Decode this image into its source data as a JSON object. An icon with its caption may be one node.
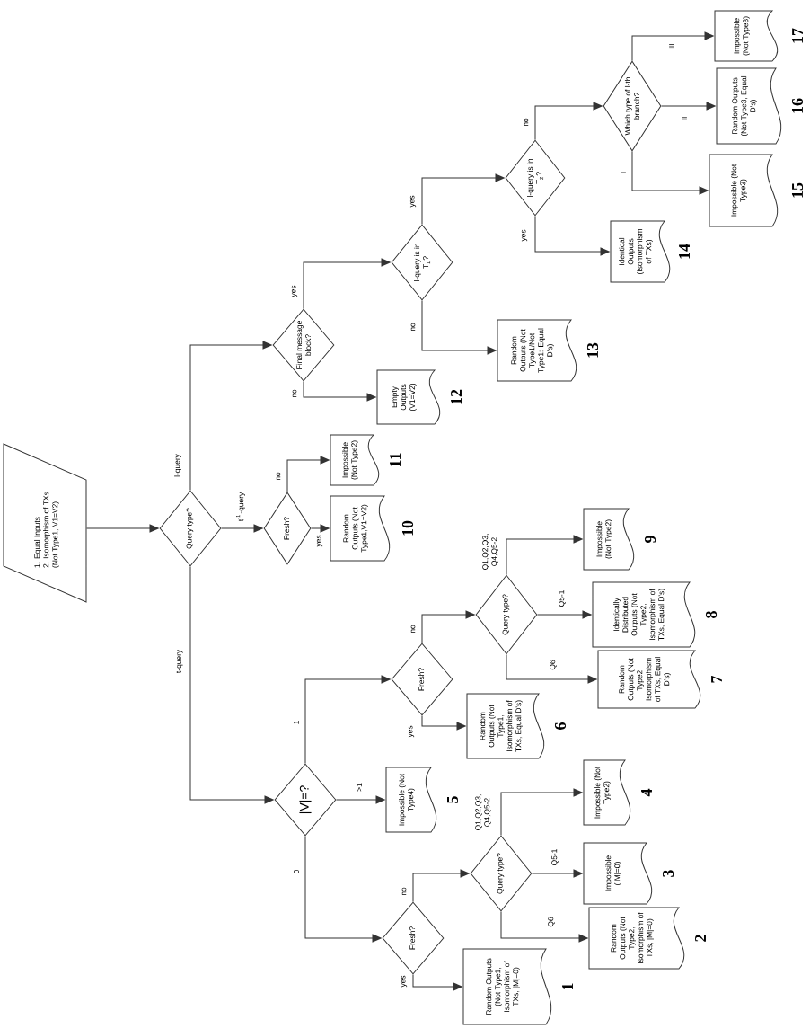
{
  "diagram": {
    "nodes": [
      {
        "text": [
          "1. Equal Inputs",
          "2. Isomorphism of TXs",
          "(Not Type1, V1=V2)"
        ]
      },
      {
        "text": [
          "Query type?"
        ]
      },
      {
        "text": [
          "Final message block?"
        ]
      },
      {
        "text": [
          "l-query is in T$_{1}$?"
        ]
      },
      {
        "text": [
          "l-query is in T$_{2}$?"
        ]
      },
      {
        "text": [
          "Which type of l-th branch?"
        ]
      },
      {
        "text": [
          "Impossible (Not Type3)"
        ],
        "beside": [
          "17"
        ]
      },
      {
        "text": [
          "Random Outputs (Not Type3, Equal D's)"
        ],
        "beside": [
          "16"
        ]
      },
      {
        "text": [
          "Impossible (Not Type3)"
        ],
        "beside": [
          "15"
        ]
      },
      {
        "text": [
          "Identical Outputs (Isomorphism of TXs)"
        ],
        "beside": [
          "14"
        ]
      },
      {
        "text": [
          "Random Outputs (Not Type1/Not Type1: Equal D's)"
        ],
        "beside": [
          "13"
        ]
      },
      {
        "text": [
          "Empty Outputs (V1=V2)"
        ],
        "beside": [
          "12"
        ]
      },
      {
        "text": [
          "Fresh?"
        ]
      },
      {
        "text": [
          "Impossible (Not Type2)"
        ],
        "beside": [
          "11"
        ]
      },
      {
        "text": [
          "Random Outputs (Not Type1,V1=V2)"
        ],
        "beside": [
          "10"
        ]
      },
      {
        "text": [
          "|V|=?"
        ]
      },
      {
        "text": [
          "Fresh?"
        ]
      },
      {
        "text": [
          "Query type?"
        ]
      },
      {
        "text": [
          "Impossible (Not Type2)"
        ],
        "beside": [
          "9"
        ]
      },
      {
        "text": [
          "Identically Distributed Outputs (Not Type2, Isomorphism of TXs, Equal D's)"
        ],
        "beside": [
          "8"
        ]
      },
      {
        "text": [
          "Random Outputs (Not Type2, Isomorphism of TXs, Equal D's)"
        ],
        "beside": [
          "7"
        ]
      },
      {
        "text": [
          "Random Outputs (Not Type1, Isomorphism of TXs, Equal D's)"
        ],
        "beside": [
          "6"
        ]
      },
      {
        "text": [
          "Impossible (Not Type4)"
        ],
        "beside": [
          "5"
        ]
      },
      {
        "text": [
          "Fresh?"
        ]
      },
      {
        "text": [
          "Query type?"
        ]
      },
      {
        "text": [
          "Impossible (Not Type2)"
        ],
        "beside": [
          "4"
        ]
      },
      {
        "text": [
          "Impossible (|M|=0)"
        ],
        "beside": [
          "3"
        ]
      },
      {
        "text": [
          "Random Outputs (Not Type2, Isomorphism of TXs, |M|=0)"
        ],
        "beside": [
          "2"
        ]
      },
      {
        "text": [
          "Random Outputs (Not Type1, Isomorphism of TXs, |M|=0)"
        ],
        "beside": [
          "1"
        ]
      }
    ],
    "edges": [
      {
        "from": 0,
        "to": 1,
        "arrow": "to"
      },
      {
        "from": 1,
        "to": 2,
        "arrow": "to",
        "label": "l-query"
      },
      {
        "from": 1,
        "to": 12,
        "arrow": "to",
        "label": "t$^{-1}$-query"
      },
      {
        "from": 1,
        "to": 15,
        "arrow": "to",
        "label": "t-query"
      },
      {
        "from": 2,
        "to": 3,
        "arrow": "to",
        "label": "yes"
      },
      {
        "from": 2,
        "to": 11,
        "arrow": "to",
        "label": "no"
      },
      {
        "from": 3,
        "to": 4,
        "arrow": "to",
        "label": "yes"
      },
      {
        "from": 3,
        "to": 10,
        "arrow": "to",
        "label": "no"
      },
      {
        "from": 4,
        "to": 5,
        "arrow": "to",
        "label": "no"
      },
      {
        "from": 4,
        "to": 9,
        "arrow": "to",
        "label": "yes"
      },
      {
        "from": 5,
        "to": 6,
        "arrow": "to",
        "label": "III"
      },
      {
        "from": 5,
        "to": 7,
        "arrow": "to",
        "label": "II"
      },
      {
        "from": 5,
        "to": 8,
        "arrow": "to",
        "label": "I"
      },
      {
        "from": 12,
        "to": 13,
        "arrow": "to",
        "label": "no"
      },
      {
        "from": 12,
        "to": 14,
        "arrow": "to",
        "label": "yes"
      },
      {
        "from": 15,
        "to": 16,
        "arrow": "to",
        "label": "1"
      },
      {
        "from": 15,
        "to": 22,
        "arrow": "to",
        "label": ">1"
      },
      {
        "from": 15,
        "to": 23,
        "arrow": "to",
        "label": "0"
      },
      {
        "from": 16,
        "to": 17,
        "arrow": "to",
        "label": "no"
      },
      {
        "from": 16,
        "to": 21,
        "arrow": "to",
        "label": "yes"
      },
      {
        "from": 17,
        "to": 18,
        "arrow": "to",
        "label": "Q1,Q2,Q3, Q4,Q5-2"
      },
      {
        "from": 17,
        "to": 19,
        "arrow": "to",
        "label": "Q5-1"
      },
      {
        "from": 17,
        "to": 20,
        "arrow": "to",
        "label": "Q6"
      },
      {
        "from": 23,
        "to": 24,
        "arrow": "to",
        "label": "no"
      },
      {
        "from": 23,
        "to": 28,
        "arrow": "to",
        "label": "yes"
      },
      {
        "from": 24,
        "to": 25,
        "arrow": "to",
        "label": "Q1,Q2,Q3, Q4,Q5-2"
      },
      {
        "from": 24,
        "to": 26,
        "arrow": "to",
        "label": "Q5-1"
      },
      {
        "from": 24,
        "to": 27,
        "arrow": "to",
        "label": "Q6"
      }
    ]
  }
}
